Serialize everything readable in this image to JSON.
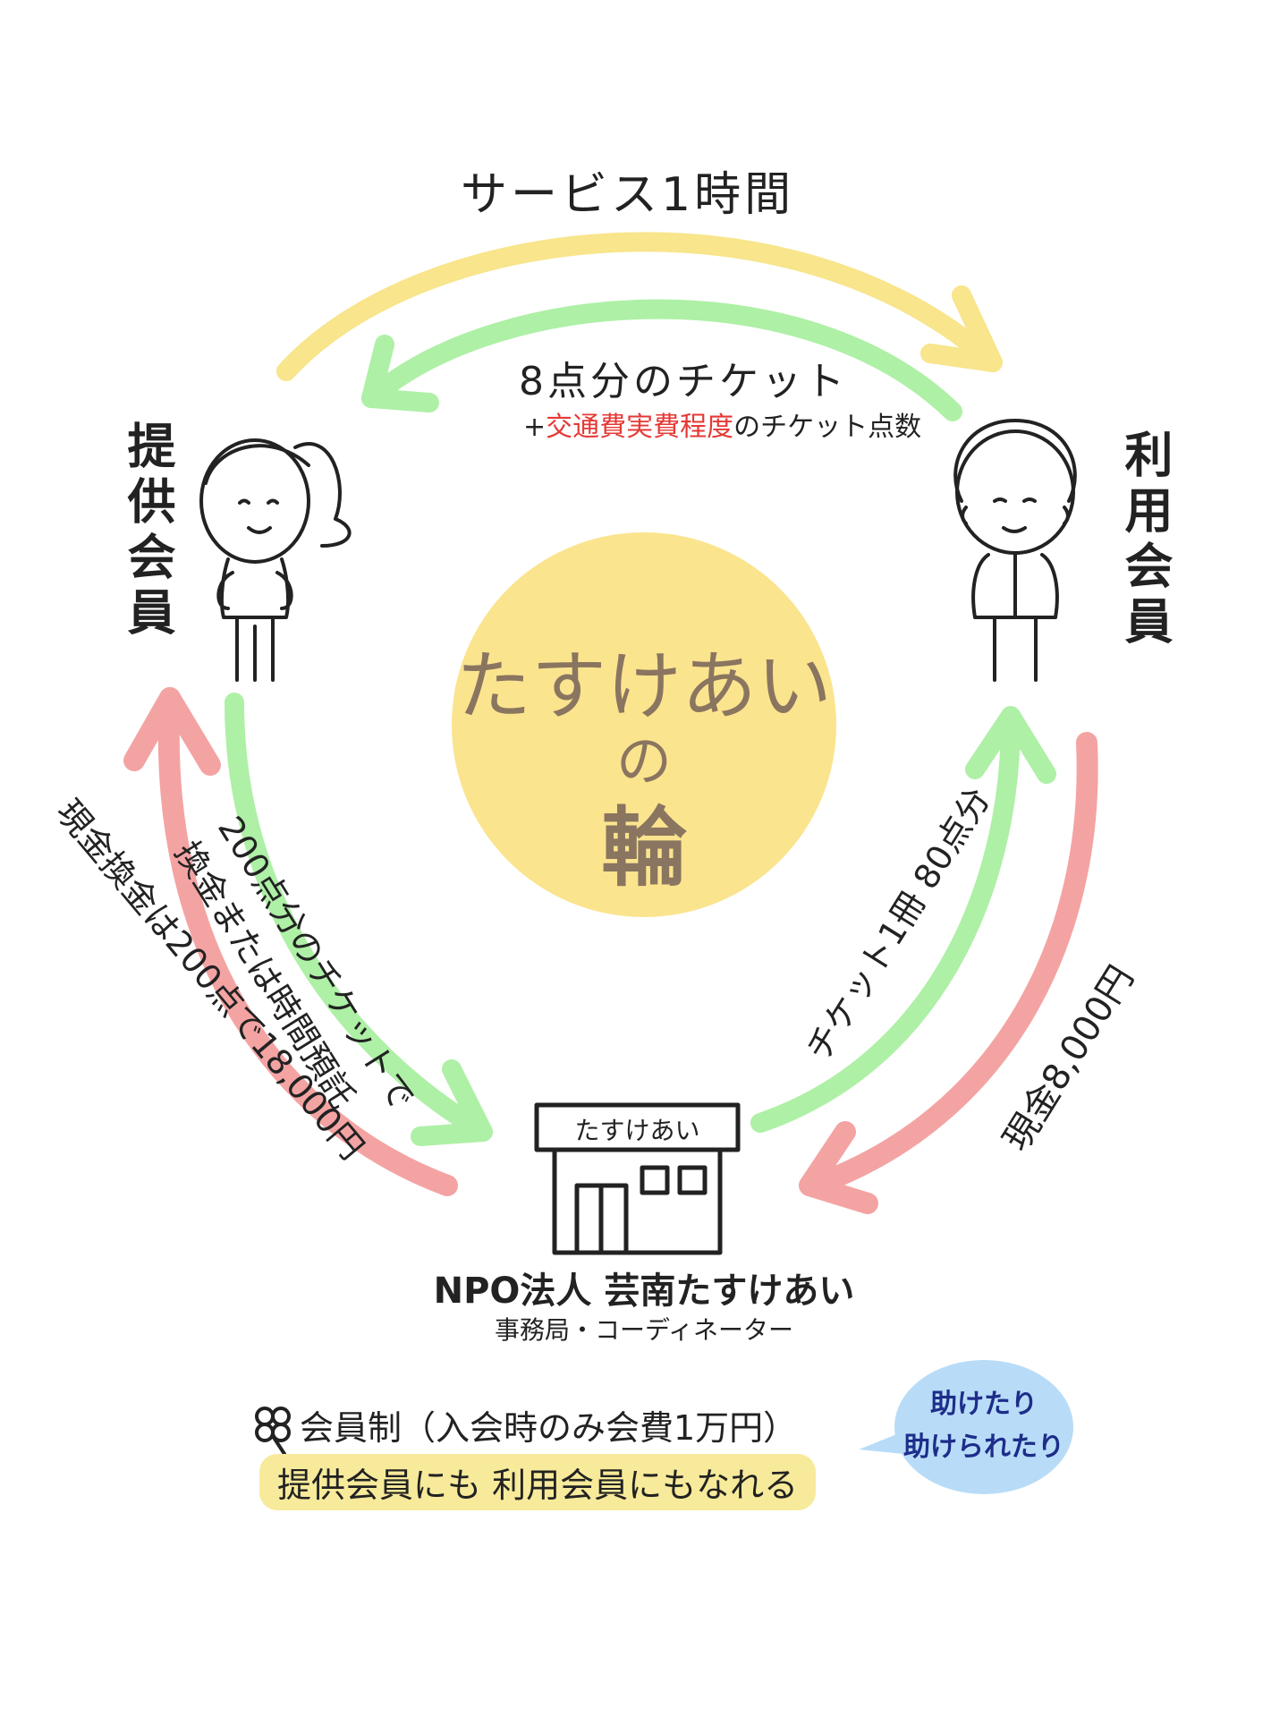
{
  "arrows": {
    "top_service": "サービス1時間",
    "top_ticket": "8点分のチケット",
    "top_ticket_plus": "+",
    "top_ticket_red": "交通費実費程度",
    "top_ticket_suffix": "のチケット点数",
    "left_green_line1": "200点分のチケットで",
    "left_green_line2": "換金または時間預託",
    "left_red": "現金換金は200点で18,000円",
    "right_green": "チケット1冊 80点分",
    "right_red": "現金8,000円"
  },
  "members": {
    "provider": "提供会員",
    "user": "利用会員"
  },
  "center": {
    "line1": "たすけあい",
    "line2": "の",
    "line3": "輪"
  },
  "npo": {
    "sign": "たすけあい",
    "name": "NPO法人 芸南たすけあい",
    "sub": "事務局・コーディネーター"
  },
  "footer": {
    "membership": "会員制（入会時のみ会費1万円）",
    "both": "提供会員にも 利用会員にもなれる",
    "bubble_line1": "助けたり",
    "bubble_line2": "助けられたり"
  },
  "colors": {
    "yellow": "#f8e58c",
    "green": "#aef0a6",
    "red": "#f4a3a3",
    "center": "#fbe48e",
    "bubble": "#b8dcf7",
    "accent_red": "#e53935"
  },
  "icons": [
    "clover-icon",
    "building-icon",
    "girl-icon",
    "elder-icon"
  ]
}
